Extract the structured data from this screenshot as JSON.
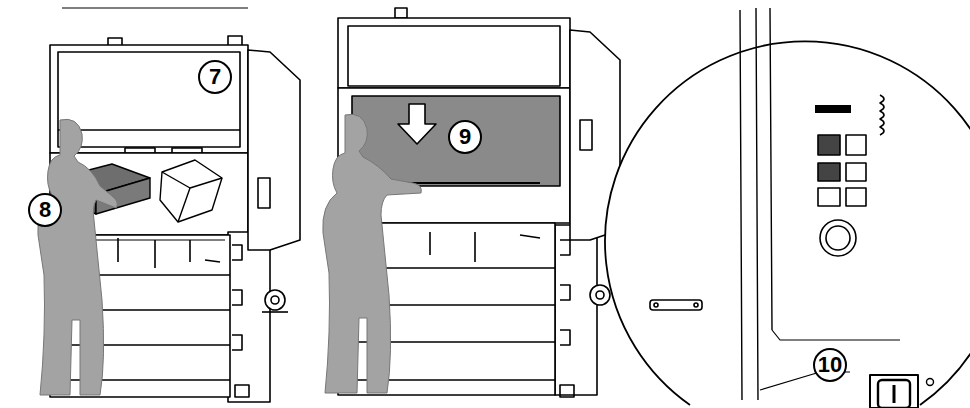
{
  "diagram": {
    "labels": [
      "7",
      "8",
      "9",
      "10"
    ]
  }
}
